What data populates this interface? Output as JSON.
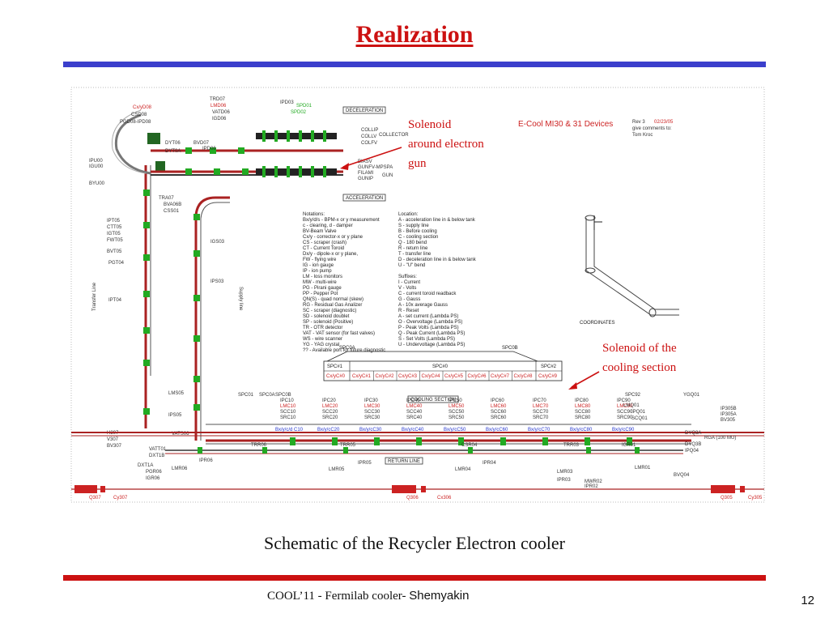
{
  "slide": {
    "title": "Realization",
    "caption": "Schematic of the Recycler Electron cooler",
    "footer_prefix": "COOL’11 - Fermilab cooler- ",
    "footer_author": "Shemyakin",
    "page_number": "12"
  },
  "colors": {
    "title": "#cc1111",
    "top_rule": "#3b3fcc",
    "bottom_rule": "#cc1111",
    "magnet_green": "#22aa22",
    "beamline_red": "#aa2222",
    "label_blue": "#2233cc",
    "label_red": "#cc2222",
    "label_green": "#22aa22"
  },
  "schematic": {
    "heading": "E-Cool MI30 & 31 Devices",
    "rev": "Rev 3",
    "rev_date": "02/23/05",
    "comments_line1": "give comments to:",
    "comments_line2": "Tom Kroc",
    "boxes": {
      "deceleration": "DECELERATION",
      "acceleration": "ACCELERATION",
      "cooling": "COOLING SECTION",
      "return": "RETURN LINE"
    },
    "annotations": {
      "gun_line1": "Solenoid",
      "gun_line2": "around electron",
      "gun_line3": "gun",
      "cooling_line1": "Solenoid  of the",
      "cooling_line2": "cooling section"
    },
    "collector_labels": [
      "COLLIP",
      "COLLV",
      "COLFV",
      "COLLECTOR"
    ],
    "gun_labels": [
      "BIASV",
      "GUNFV-MPSPA",
      "FILAMI",
      "GUNIP",
      "GUN"
    ],
    "coordinates_label": "COORDINATES",
    "rga_label": "RGA (100 MU)",
    "legend_left": [
      "Notations:",
      "Bx/y/d/s - BPM-x or y measurement",
      "c - clearing, d - damper",
      "BV-Beam Valve",
      "Cx/y - corrector-x or y plane",
      "CS - scraper (crash)",
      "CT - Current Toroid",
      "Dx/y - dipole-x or y plane,",
      "FW - flying wire",
      "IG - ion gauge",
      "IP - ion pump",
      "LM - loss monitors",
      "MW - multi-wire",
      "PG - Pirani gauge",
      "PP - Pepper Pot",
      "QN(S) - quad normal (skew)",
      "RG - Residual Gas Analizer",
      "SC - scraper (diagnostic)",
      "SD - solenoid doublet",
      "SP - solenoid (Positive)",
      "TR - OTR detector",
      "VAT - VAT sensor (for fast valves)",
      "WS - wire scanner",
      "YG - YAG crystal",
      "?? - Available port for future diagnostic"
    ],
    "legend_right": [
      "Location:",
      "A - acceleration line in & below tank",
      "S - supply line",
      "B - Before cooling",
      "C - cooling section",
      "Q - 180 bend",
      "R - return line",
      "T - transfer line",
      "D - deceleration line in & below tank",
      "U - \"U\"  bend",
      "",
      "Suffixes:",
      "I - Current",
      "V - Volts",
      "C - current toroid readback",
      "G - Gauss",
      "A - 10x average Gauss",
      "R - Reset",
      "A - set current (Lambda PS)",
      "O - Overvoltage (Lambda PS)",
      "P - Peak Volts (Lambda PS)",
      "Q - Peak Current (Lambda PS)",
      "S - Set Volts (Lambda PS)",
      "U - Undervoltage (Lambda PS)"
    ],
    "spc_table": {
      "spc0a": "SPC0A",
      "spc0b": "SPC0B",
      "spc1": "SPC#1",
      "spc0": "SPC#0",
      "spc2": "SPC#2",
      "cells_spc1": [
        "Cx/yC#0"
      ],
      "cells_spc0": [
        "Cx/yC#1",
        "Cx/yC#2",
        "Cx/yC#3",
        "Cx/yC#4",
        "Cx/yC#5",
        "Cx/yC#6",
        "Cx/yC#7",
        "Cx/yC#8"
      ],
      "cells_spc2": [
        "Cx/yC#9"
      ]
    },
    "cooling_sections": [
      {
        "ipc": "IPC10",
        "lmc": "LMC10",
        "scc": "SCC10",
        "src": "SRC10",
        "bpm": "Bx/y/c/d C10"
      },
      {
        "ipc": "IPC20",
        "lmc": "LMC20",
        "scc": "SCC20",
        "src": "SRC20",
        "bpm": "Bx/y/cC20"
      },
      {
        "ipc": "IPC30",
        "lmc": "LMC30",
        "scc": "SCC30",
        "src": "SRC30",
        "bpm": "Bx/y/cC30"
      },
      {
        "ipc": "IPC40",
        "lmc": "LMC40",
        "scc": "SCC40",
        "src": "SRC40",
        "bpm": "Bx/y/cC40"
      },
      {
        "ipc": "IPC50",
        "lmc": "LMC50",
        "scc": "SCC50",
        "src": "SRC50",
        "bpm": "Bx/y/cC50"
      },
      {
        "ipc": "IPC60",
        "lmc": "LMC60",
        "scc": "SCC60",
        "src": "SRC60",
        "bpm": "Bx/y/cC60"
      },
      {
        "ipc": "IPC70",
        "lmc": "LMC70",
        "scc": "SCC70",
        "src": "SRC70",
        "bpm": "Bx/y/cC70"
      },
      {
        "ipc": "IPC80",
        "lmc": "LMC80",
        "scc": "SCC80",
        "src": "SRC80",
        "bpm": "Bx/y/cC80"
      },
      {
        "ipc": "IPC90",
        "lmc": "LMC90",
        "scc": "SCC90",
        "src": "SRC90",
        "bpm": "Bx/y/cC90"
      }
    ],
    "misc_labels": {
      "spc01": "SPC01",
      "spc0a2": "SPC0A",
      "spc0b2": "SPC0B",
      "spc92": "SPC92",
      "ygq01": "YGQ01",
      "ip305b": "IP305B",
      "ip305a": "IP305A",
      "bv305": "BV305",
      "q307": "Q307",
      "cy307": "Cy307",
      "q306": "Q306",
      "cx306": "Cx306",
      "q305": "Q305",
      "cy305": "Cy305",
      "trd07": "TRD07",
      "vatd06": "VATD06",
      "igd06": "IGD06",
      "lmd06": "LMD06",
      "dyt06": "DYT06",
      "dyt0a": "DYT0A",
      "bvd07": "BVD07",
      "ipd06": "IPD06",
      "ipd03": "IPD03",
      "spd01": "SPD01",
      "spd02": "SPD02",
      "pgd08": "PGD08-IPD08",
      "csd08": "CSD08",
      "cxyd08": "Cx/yD08",
      "ipu00": "IPU00",
      "igu00": "IGU00",
      "byu00": "BYU00",
      "ipt05": "IPT05",
      "ctt05": "CTT05",
      "igt05": "IGT05",
      "fwt05": "FWT05",
      "bvt05": "BVT05",
      "pgt04": "PGT04",
      "ipt04": "IPT04",
      "transfer_line": "Transfer Line",
      "supply_line": "Supply line",
      "bva06b": "BVA06B",
      "css01": "CSS01",
      "tra07": "TRA07",
      "ips03": "IPS03",
      "igs03": "IGS03",
      "lms05": "LMS05",
      "ips05": "IPS05",
      "vats06": "VATS06",
      "trr06": "TRR06",
      "trr05": "TRR05",
      "trr03": "TRR03",
      "csr04": "CSR04",
      "igr01": "IGR01",
      "dyq3a": "DYQ3A",
      "dyq3b": "DYQ3B",
      "ipq04": "IPQ04",
      "bvq04": "BVQ04",
      "h307": "H307",
      "v307": "V307",
      "bv307": "BV307",
      "vatt01": "VATT01",
      "dxt1b": "DXT1B",
      "dxt1a": "DXT1A",
      "pgr06": "PGR06",
      "igr06": "IGR06",
      "lmr06": "LMR06",
      "ipr06": "IPR06",
      "lmr05": "LMR05",
      "ipr05": "IPR05",
      "lmr04": "LMR04",
      "ipr04": "IPR04",
      "lmr03": "LMR03",
      "ipr03": "IPR03",
      "mwr02": "MWR02",
      "ipr02": "IPR02",
      "lmr01": "LMR01",
      "lmq01": "LMQ01",
      "ipq01": "IPQ01",
      "scq01": "SCQ01"
    }
  }
}
